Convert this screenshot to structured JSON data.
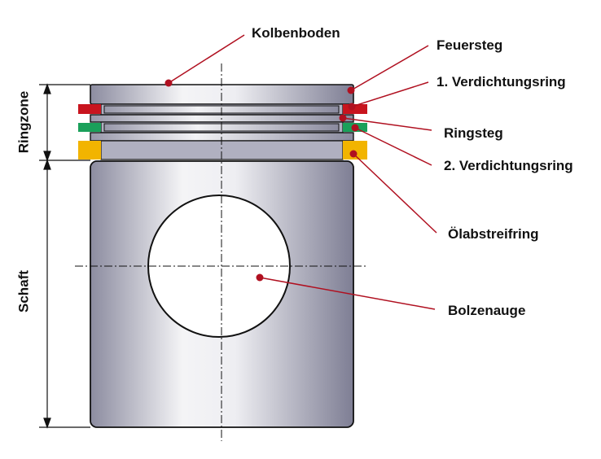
{
  "labels": {
    "kolbenboden": "Kolbenboden",
    "feuersteg": "Feuersteg",
    "ring1": "1. Verdichtungsring",
    "ringsteg": "Ringsteg",
    "ring2": "2. Verdichtungsring",
    "oelabstreifring": "Ölabstreifring",
    "bolzenauge": "Bolzenauge"
  },
  "dimensions": {
    "ringzone": "Ringzone",
    "schaft": "Schaft"
  },
  "colors": {
    "leader": "#b01020",
    "ring1": "#c8141e",
    "ring2": "#1aa05a",
    "oil_ring": "#f2b400",
    "body_dark": "#8a8a9e",
    "body_light": "#f4f4f6"
  }
}
